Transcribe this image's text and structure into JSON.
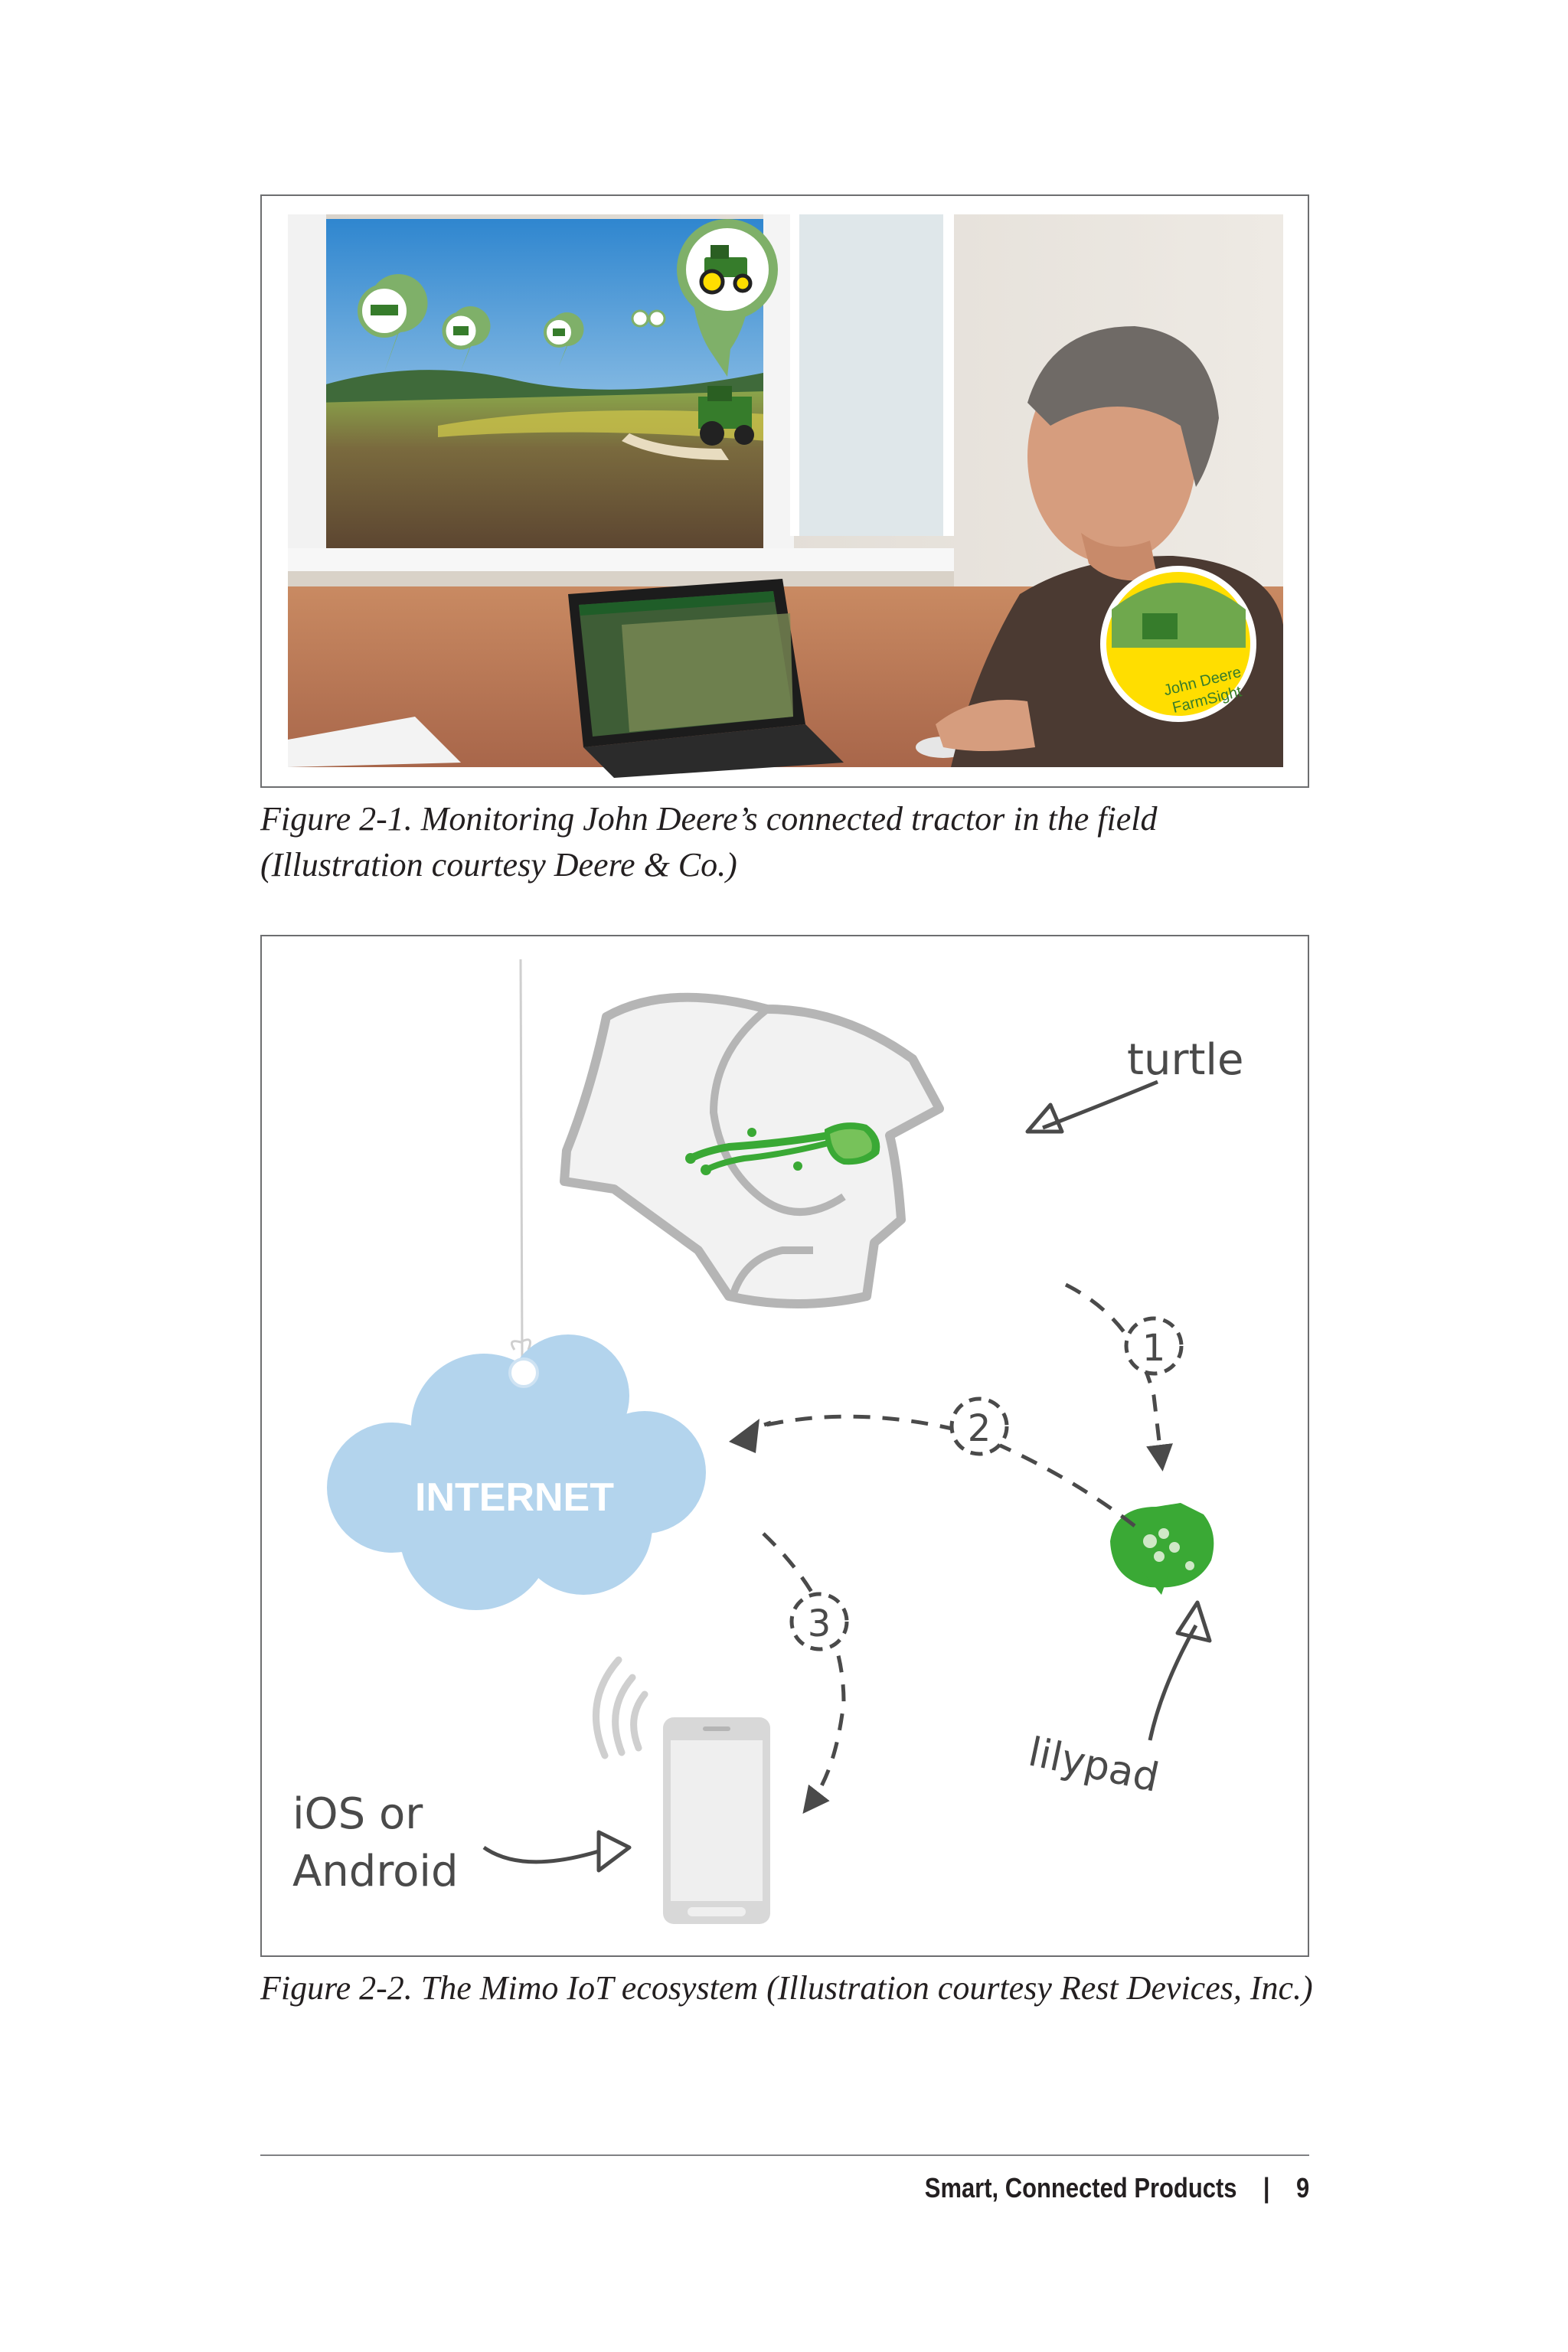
{
  "figure1": {
    "caption": "Figure 2-1. Monitoring John Deere’s connected tractor in the field (Illustration courtesy Deere & Co.)",
    "badge_line1": "John Deere",
    "badge_line2": "FarmSight",
    "colors": {
      "deere_green": "#367c2b",
      "deere_yellow": "#ffde00",
      "pin_green": "#7fb069"
    }
  },
  "figure2": {
    "caption": "Figure 2-2. The Mimo IoT ecosystem (Illustration courtesy Rest Devices, Inc.)",
    "labels": {
      "turtle": "turtle",
      "internet": "INTERNET",
      "lilypad": "lilypad",
      "device_line1": "iOS or",
      "device_line2": "Android"
    },
    "steps": [
      "1",
      "2",
      "3"
    ],
    "colors": {
      "cloud": "#b3d4ed",
      "sensor_green": "#3aa935",
      "gray": "#b5b5b5",
      "arrow": "#4a4a4a"
    }
  },
  "footer": {
    "section_title": "Smart, Connected Products",
    "separator": "|",
    "page_number": "9"
  }
}
